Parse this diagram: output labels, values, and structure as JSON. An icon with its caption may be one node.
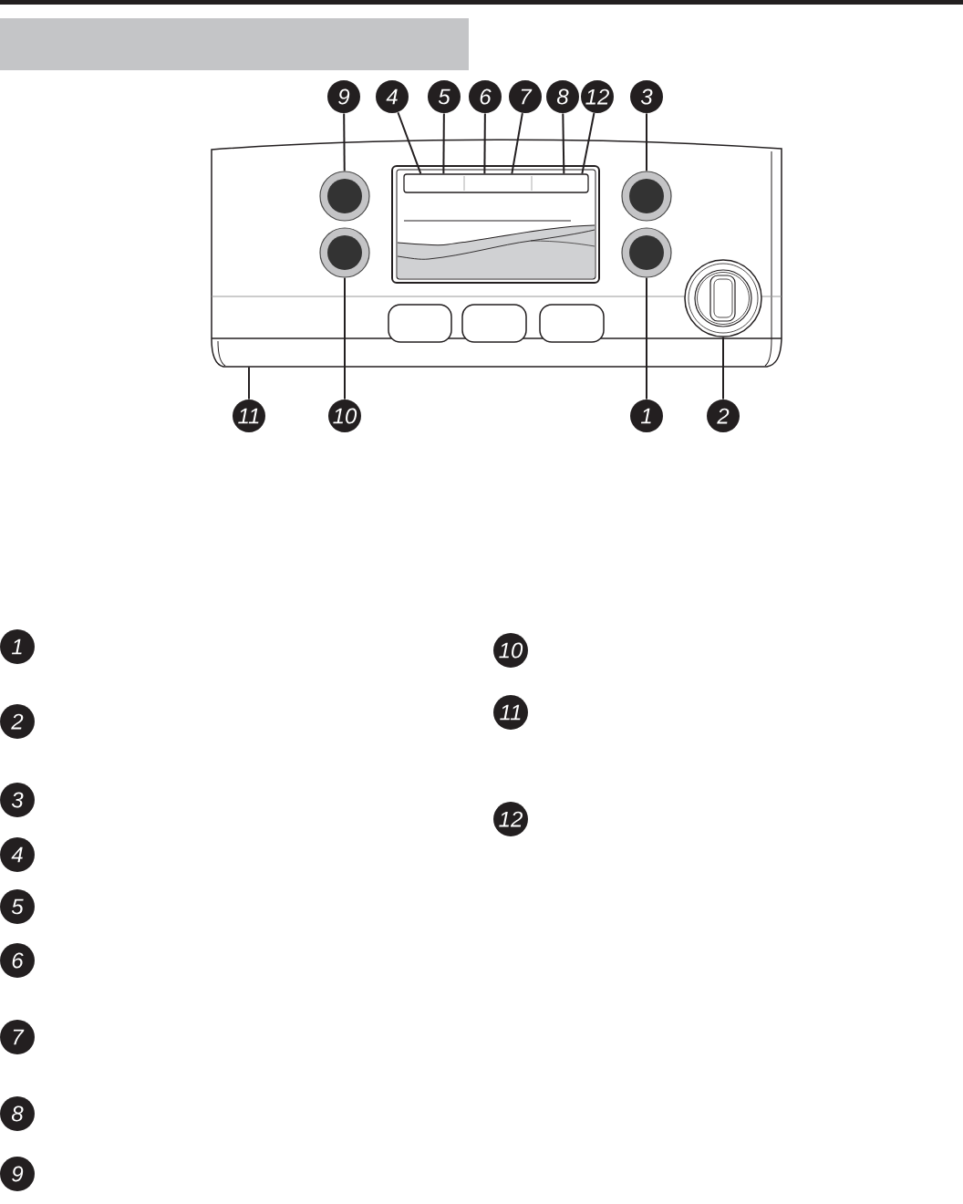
{
  "diagram": {
    "nodes": [
      {
        "text": [],
        "shape": "bar"
      },
      {
        "text": [
          "9"
        ]
      },
      {
        "text": [
          "4"
        ]
      },
      {
        "text": [
          "5"
        ]
      },
      {
        "text": [
          "6"
        ]
      },
      {
        "text": [
          "7"
        ]
      },
      {
        "text": [
          "8"
        ]
      },
      {
        "text": [
          "12"
        ]
      },
      {
        "text": [
          "3"
        ]
      },
      {
        "text": [],
        "shape": "box"
      },
      {
        "text": [],
        "shape": "circle",
        "in": 9
      },
      {
        "text": [],
        "shape": "box",
        "in": 9
      },
      {
        "text": [],
        "shape": "box",
        "in": 11
      },
      {
        "text": [],
        "shape": "circle",
        "in": 9
      },
      {
        "text": [],
        "shape": "circle",
        "in": 9
      },
      {
        "text": [],
        "shape": "circle",
        "in": 9
      },
      {
        "text": [],
        "shape": "circle",
        "in": 9
      },
      {
        "text": [
          "11"
        ]
      },
      {
        "text": [
          "10"
        ]
      },
      {
        "text": [
          "1"
        ]
      },
      {
        "text": [
          "2"
        ]
      },
      {
        "text": [
          "1"
        ]
      },
      {
        "text": [
          "2"
        ]
      },
      {
        "text": [
          "3"
        ]
      },
      {
        "text": [
          "4"
        ]
      },
      {
        "text": [
          "5"
        ]
      },
      {
        "text": [
          "6"
        ]
      },
      {
        "text": [
          "7"
        ]
      },
      {
        "text": [
          "8"
        ]
      },
      {
        "text": [
          "9"
        ]
      },
      {
        "text": [
          "10"
        ]
      },
      {
        "text": [
          "11"
        ]
      },
      {
        "text": [
          "12"
        ]
      }
    ],
    "edges": [
      {
        "from": 1,
        "to": 10,
        "arrow": "none"
      },
      {
        "from": 2,
        "to": 12,
        "arrow": "none"
      },
      {
        "from": 3,
        "to": 12,
        "arrow": "none"
      },
      {
        "from": 4,
        "to": 12,
        "arrow": "none"
      },
      {
        "from": 5,
        "to": 12,
        "arrow": "none"
      },
      {
        "from": 6,
        "to": 12,
        "arrow": "none"
      },
      {
        "from": 7,
        "to": 12,
        "arrow": "none"
      },
      {
        "from": 8,
        "to": 13,
        "arrow": "none"
      },
      {
        "from": 17,
        "to": 9,
        "arrow": "none"
      },
      {
        "from": 18,
        "to": 14,
        "arrow": "none"
      },
      {
        "from": 19,
        "to": 15,
        "arrow": "none"
      },
      {
        "from": 20,
        "to": 16,
        "arrow": "none"
      }
    ]
  }
}
